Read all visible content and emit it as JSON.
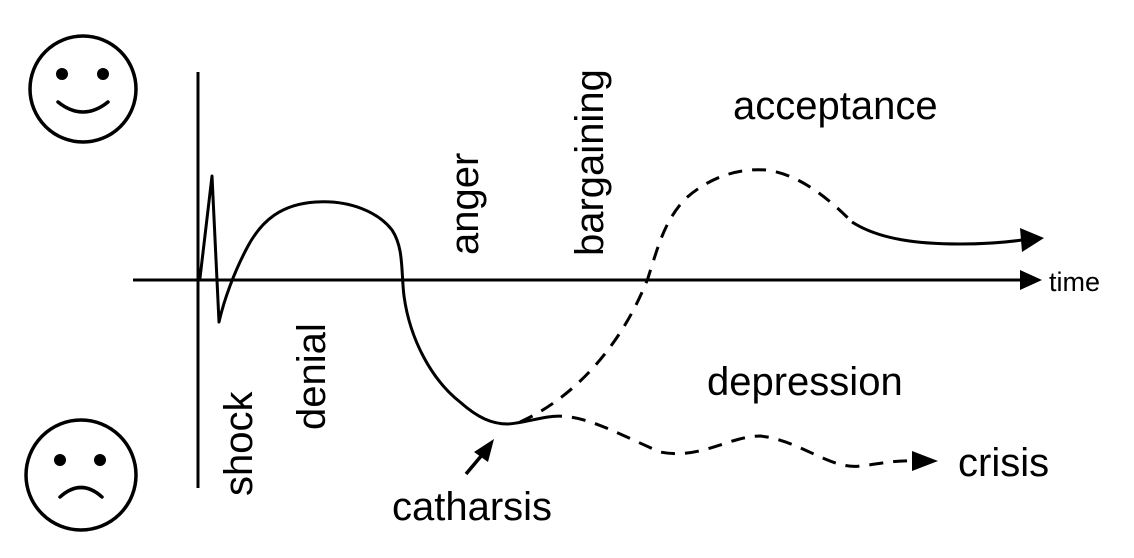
{
  "diagram": {
    "stroke_color": "#000000",
    "background_color": "#ffffff",
    "icons": {
      "happy": "smiley-face-icon",
      "sad": "frowning-face-icon"
    },
    "axis": {
      "x_label": "time"
    },
    "stages": {
      "shock": "shock",
      "denial": "denial",
      "anger": "anger",
      "bargaining": "bargaining",
      "depression": "depression",
      "acceptance": "acceptance",
      "catharsis": "catharsis",
      "crisis": "crisis"
    }
  }
}
